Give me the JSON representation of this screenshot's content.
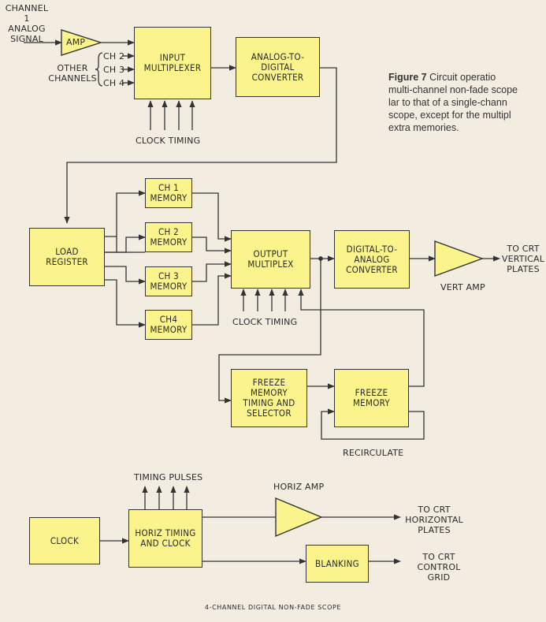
{
  "caption": {
    "figure": "Figure 7",
    "lines": [
      "Circuit operatio",
      "multi-channel non-fade scope",
      "lar to that of a single-chann",
      "scope, except for the multipl",
      "extra memories."
    ]
  },
  "labels": {
    "channel1": "CHANNEL 1\nANALOG\nSIGNAL",
    "other_channels": "OTHER\nCHANNELS",
    "ch2": "CH 2",
    "ch3": "CH 3",
    "ch4": "CH 4",
    "clock_timing_1": "CLOCK TIMING",
    "clock_timing_2": "CLOCK TIMING",
    "to_crt_vertical": "TO CRT\nVERTICAL\nPLATES",
    "vert_amp": "VERT AMP",
    "recirculate": "RECIRCULATE",
    "timing_pulses": "TIMING PULSES",
    "horiz_amp": "HORIZ AMP",
    "to_crt_horizontal": "TO CRT\nHORIZONTAL\nPLATES",
    "to_crt_control": "TO CRT\nCONTROL GRID",
    "amp": "AMP"
  },
  "blocks": {
    "input_mux": "INPUT\nMULTIPLEXER",
    "adc": "ANALOG-TO-\nDIGITAL\nCONVERTER",
    "ch1_mem": "CH 1\nMEMORY",
    "ch2_mem": "CH 2\nMEMORY",
    "ch3_mem": "CH 3\nMEMORY",
    "ch4_mem": "CH4\nMEMORY",
    "load_reg": "LOAD\nREGISTER",
    "out_mux": "OUTPUT\nMULTIPLEX",
    "dac": "DIGITAL-TO-\nANALOG\nCONVERTER",
    "freeze_timing": "FREEZE\nMEMORY\nTIMING AND\nSELECTOR",
    "freeze_mem": "FREEZE\nMEMORY",
    "clock": "CLOCK",
    "horiz_timing": "HORIZ TIMING\nAND CLOCK",
    "blanking": "BLANKING"
  },
  "footer": "4-CHANNEL DIGITAL NON-FADE SCOPE",
  "colors": {
    "block_fill": "#fbf38b",
    "line": "#333333",
    "paper": "#f3ede1"
  }
}
